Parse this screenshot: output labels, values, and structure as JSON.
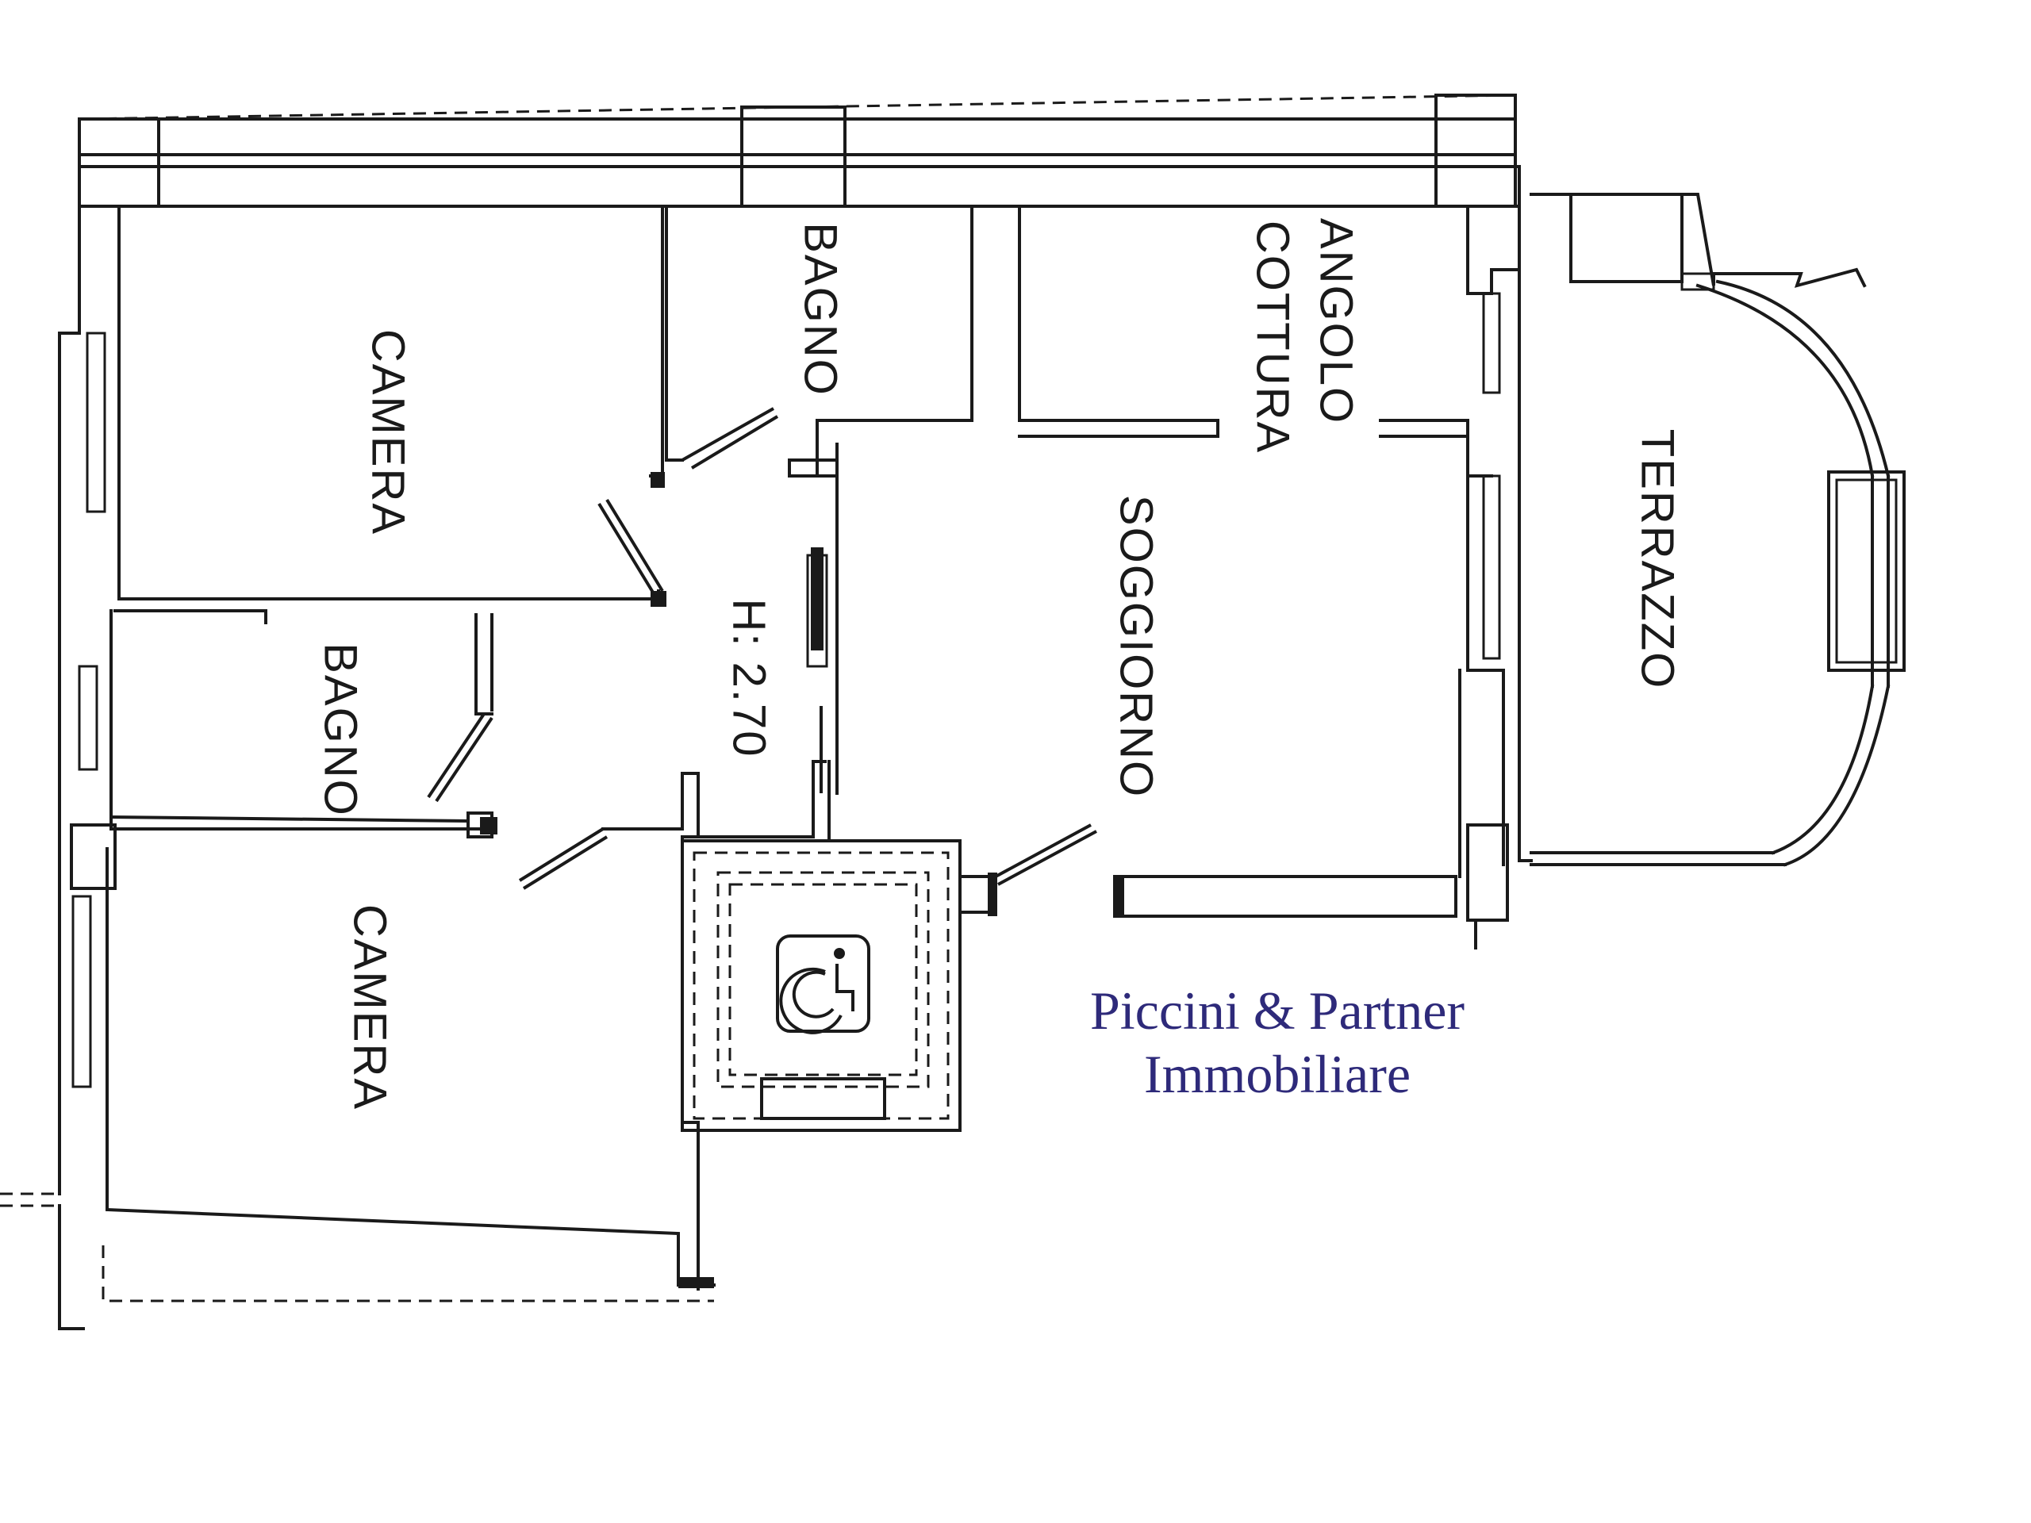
{
  "rooms": {
    "camera_top": "CAMERA",
    "bagno_top": "BAGNO",
    "angolo_cottura": "ANGOLO\nCOTTURA",
    "angolo_line1": "ANGOLO",
    "angolo_line2": "COTTURA",
    "terrazzo": "TERRAZZO",
    "soggiorno": "SOGGIORNO",
    "height": "H: 2.70",
    "bagno_mid": "BAGNO",
    "camera_bottom": "CAMERA"
  },
  "brand": {
    "line1": "Piccini & Partner",
    "line2": "Immobiliare",
    "color": "#2e2a7a"
  },
  "icons": {
    "elevator": "wheelchair-accessibility-icon"
  }
}
